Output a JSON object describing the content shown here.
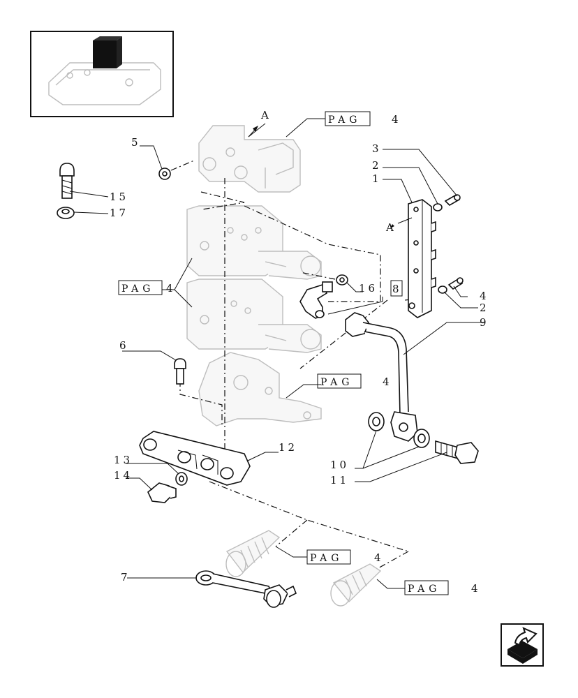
{
  "callouts": {
    "c1": "1",
    "c2a": "2",
    "c2b": "2",
    "c3": "3",
    "c4": "4",
    "c5": "5",
    "c6": "6",
    "c7": "7",
    "c9": "9",
    "c10": "10",
    "c11": "11",
    "c12": "12",
    "c13": "13",
    "c14": "14",
    "c15": "15",
    "c16": "16",
    "c8": "8",
    "c17": "17"
  },
  "section_marks": {
    "a_top": "A",
    "a_side": "A"
  },
  "page_refs": {
    "ref1": {
      "label": "PAG",
      "num": "4"
    },
    "ref2": {
      "label": "PAG",
      "num": "4"
    },
    "ref3": {
      "label": "PAG",
      "num": "4"
    },
    "ref4": {
      "label": "PAG",
      "num": "4"
    },
    "ref5": {
      "label": "PAG",
      "num": "4"
    }
  },
  "icons": {
    "thumbnail": "assembly-thumbnail-icon",
    "nav": "next-page-arrow-icon"
  }
}
